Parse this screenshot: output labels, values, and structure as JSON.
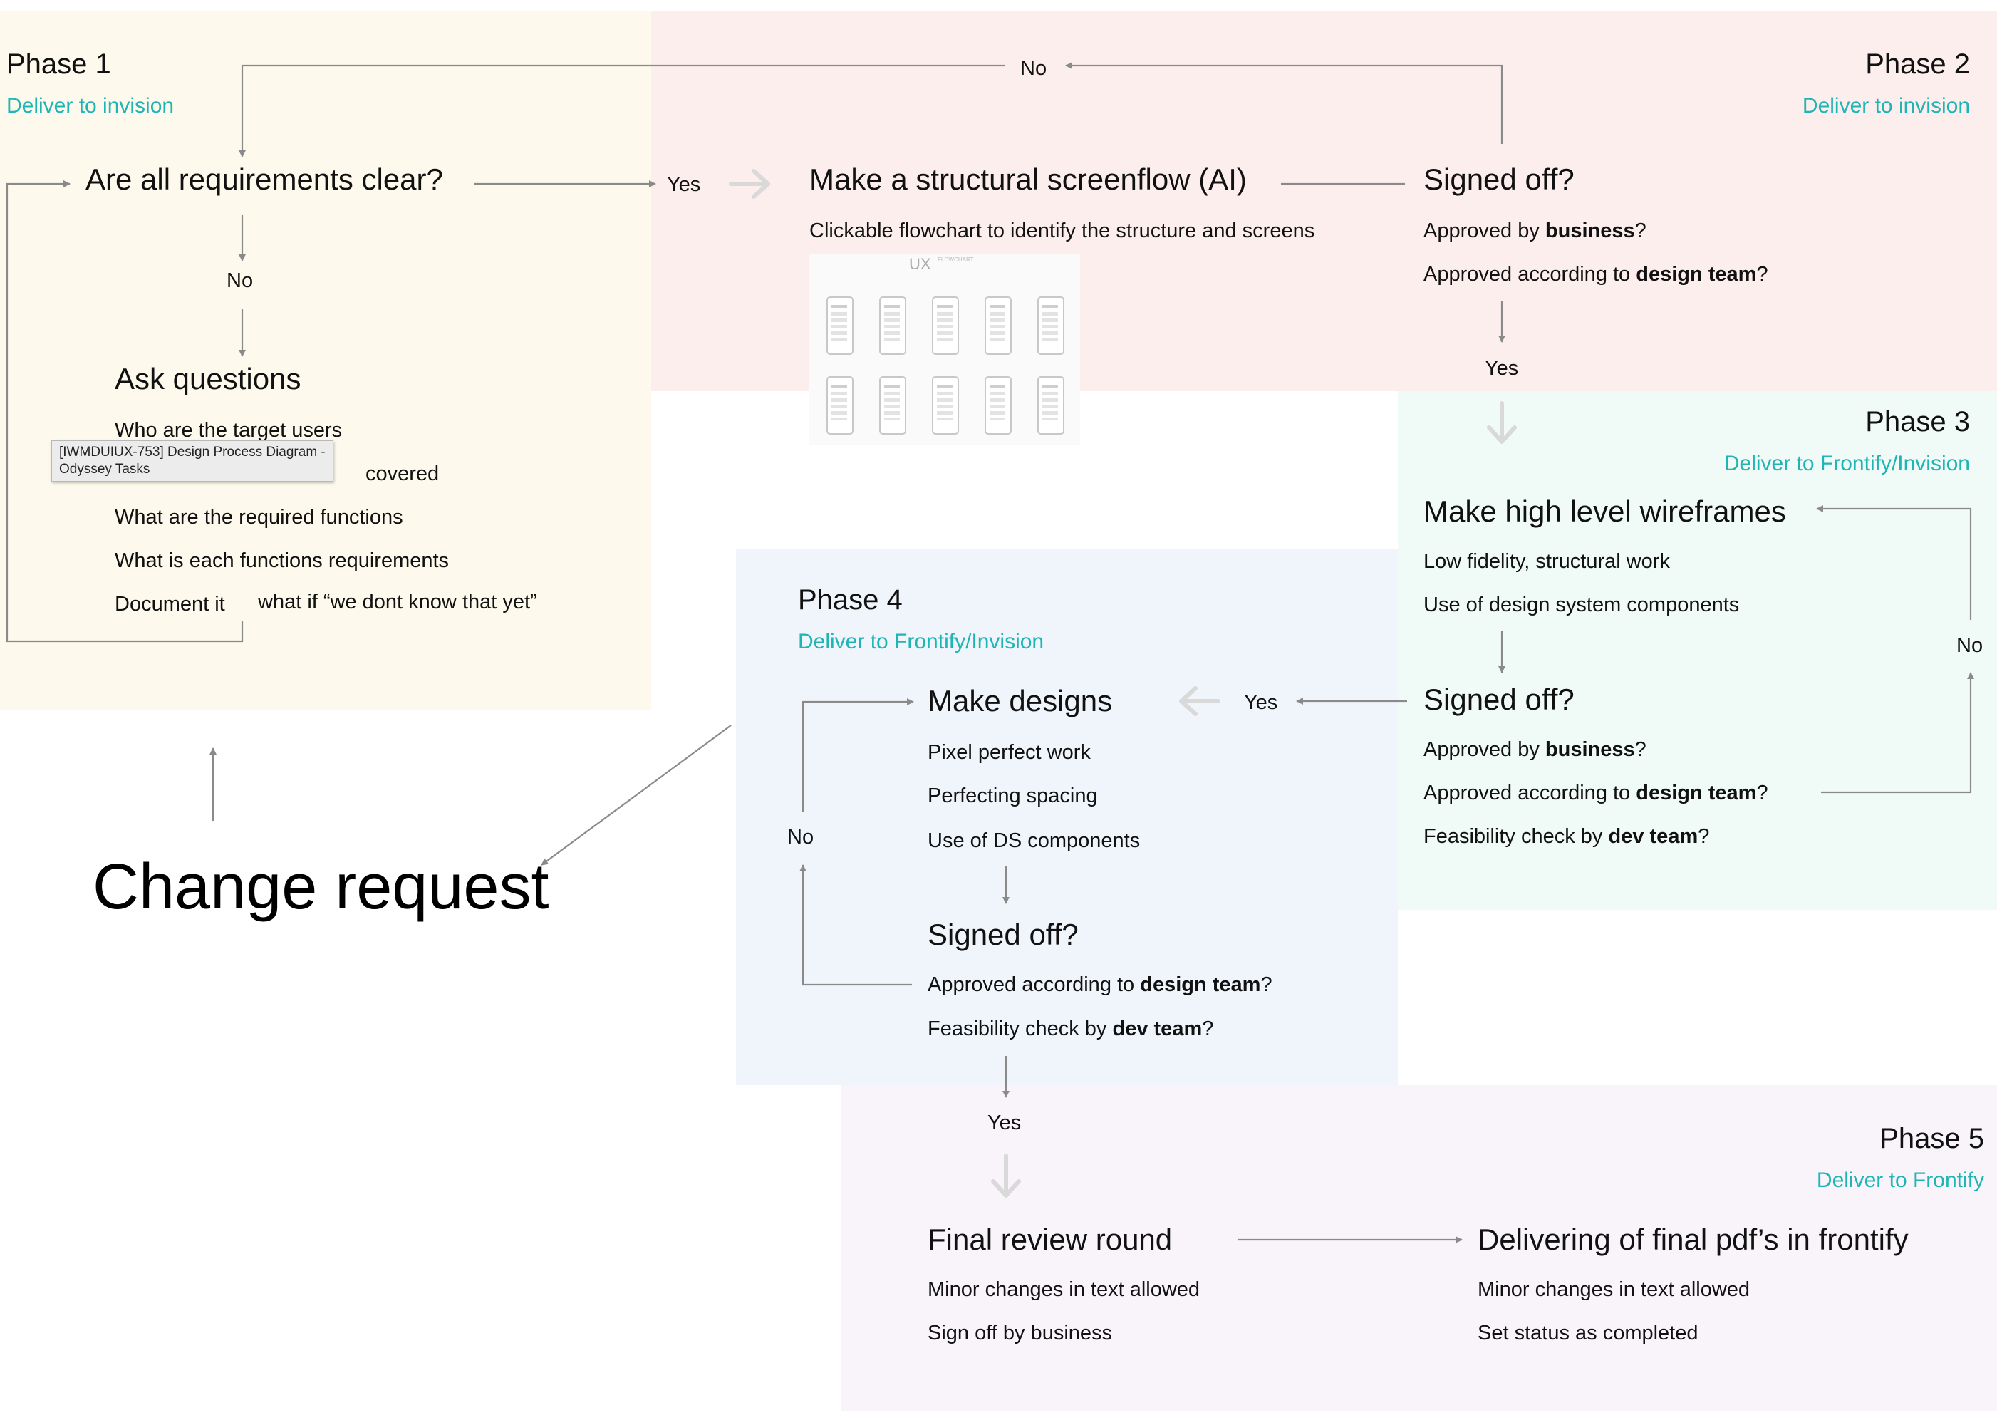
{
  "phases": {
    "p1": {
      "title": "Phase 1",
      "deliver": "Deliver to invision"
    },
    "p2": {
      "title": "Phase 2",
      "deliver": "Deliver to invision"
    },
    "p3": {
      "title": "Phase 3",
      "deliver": "Deliver to Frontify/Invision"
    },
    "p4": {
      "title": "Phase 4",
      "deliver": "Deliver to Frontify/Invision"
    },
    "p5": {
      "title": "Phase 5",
      "deliver": "Deliver to Frontify"
    }
  },
  "colors": {
    "phase1_bg": "#fdf9ec",
    "phase2_bg": "#fdeeee",
    "phase3_bg": "#f0fbf7",
    "phase4_bg": "#f0f5fc",
    "phase5_bg": "#f8f4fa",
    "accent_teal": "#1fb5b5",
    "arrow_gray": "#8a8a8a"
  },
  "phase1": {
    "question": "Are all requirements clear?",
    "no_label": "No",
    "ask_title": "Ask questions",
    "items": [
      "Who are the target users",
      "covered",
      "What are the required functions",
      "What is each functions requirements",
      "Document it"
    ],
    "note": "what if “we dont know that yet”",
    "tooltip": "[IWMDUIUX-753] Design Process Diagram -\nOdyssey Tasks"
  },
  "phase2": {
    "yes_label": "Yes",
    "no_label": "No",
    "screenflow_title": "Make a structural screenflow (AI)",
    "screenflow_desc": "Clickable flowchart to identify the structure and screens",
    "thumb_title": "UX",
    "thumb_sub": "FLOWCHART",
    "signoff_title": "Signed off?",
    "approved_business_pre": "Approved by ",
    "approved_business_bold": "business",
    "approved_design_pre": "Approved according to ",
    "approved_design_bold": "design team",
    "q": "?",
    "yes_down": "Yes"
  },
  "phase3": {
    "wire_title": "Make high level wireframes",
    "wire_items": [
      "Low fidelity, structural work",
      "Use of design system components"
    ],
    "no_label": "No",
    "signoff_title": "Signed off?",
    "approved_business_pre": "Approved by ",
    "approved_business_bold": "business",
    "approved_design_pre": "Approved according to ",
    "approved_design_bold": "design team",
    "feas_pre": "Feasibility check by ",
    "feas_bold": "dev team",
    "q": "?",
    "yes_label": "Yes"
  },
  "phase4": {
    "designs_title": "Make designs",
    "designs_items": [
      "Pixel perfect work",
      "Perfecting spacing",
      "Use of DS components"
    ],
    "no_label": "No",
    "signoff_title": "Signed off?",
    "approved_design_pre": "Approved according to ",
    "approved_design_bold": "design team",
    "feas_pre": "Feasibility check by ",
    "feas_bold": "dev team",
    "q": "?",
    "yes_label": "Yes"
  },
  "phase5": {
    "final_title": "Final review round",
    "final_items": [
      "Minor changes in text allowed",
      "Sign off by business"
    ],
    "deliver_title": "Delivering of final pdf’s in frontify",
    "deliver_items": [
      "Minor changes in text allowed",
      "Set status as completed"
    ]
  },
  "change_request": "Change request"
}
